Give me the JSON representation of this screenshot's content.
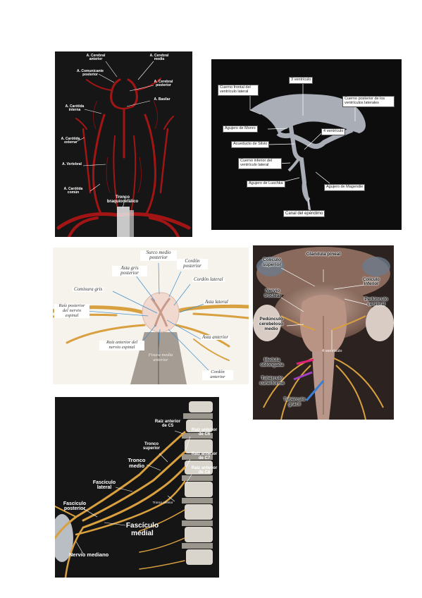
{
  "panel1": {
    "labels": {
      "cerebral_anterior": "A. Cerebral anterior",
      "cerebral_media": "A. Cerebral media",
      "comunicante_posterior": "A. Comunicante posterior",
      "cerebral_posterior": "A. Cerebral posterior",
      "carotida_interna": "A. Carótida interna",
      "basilar": "A. Basilar",
      "carotida_externa": "A. Carótida externa",
      "vertebral": "A. Vertebral",
      "carotida_comun": "A. Carótida común",
      "tronco_braquiocefalico": "Tronco braquiocefálico"
    }
  },
  "panel2": {
    "labels": {
      "ventriculo_lateral_anterior": "Cuerno frontal del ventrículo lateral",
      "tercer_ventriculo": "3 ventrículo",
      "cuerno_posterior": "Cuerno posterior de los ventrículos laterales",
      "agujero_monro": "Agujero de Monro",
      "acueducto": "Acueducto de Silvio",
      "ventriculo_4": "4 ventrículo",
      "cuerno_inferior": "Cuerno inferior del ventrículo lateral",
      "agujero_luschka": "Agujero de Luschka",
      "agujero_magendie": "Agujero de Magendie",
      "canal_ependimo": "Canal del epéndimo"
    }
  },
  "panel3": {
    "labels": {
      "surco_medio_posterior": "Surco medio posterior",
      "cordon_posterior": "Cordón posterior",
      "asta_gris_posterior": "Asta gris posterior",
      "cordon_lateral": "Cordón lateral",
      "comisura_gris": "Comisura gris",
      "asta_lateral": "Asta lateral",
      "raiz_posterior": "Raíz posterior del nervio espinal",
      "asta_anterior": "Asta anterior",
      "raiz_anterior": "Raíz anterior del nervio espinal",
      "fisura_media": "Fisura media anterior",
      "cordon_anterior": "Cordón anterior"
    }
  },
  "panel4": {
    "labels": {
      "glandula_pineal": "Glándula pineal",
      "coliculo_superior": "Colículo superior",
      "coliculo_inferior": "Colículo inferior",
      "nervio_troclear": "Nervio troclear",
      "pedunculo_cerebral": "Pedúnculo cerebral",
      "pedunculo_cerebeloso": "Pedúnculo cerebeloso medio",
      "ventriculo_4": "4 ventrículo",
      "medula_oblongada": "Medula oblongada",
      "tuberculo_cuneiforme": "Tubérculo cuneiforme",
      "tuberculo_gracil": "Tubérculo grácil"
    }
  },
  "panel5": {
    "labels": {
      "raiz_c5": "Raíz anterior de C5",
      "raiz_c6": "Raíz anterior de C6",
      "tronco_superior": "Tronco superior",
      "raiz_c7": "Raíz anterior de C7",
      "tronco_medio": "Tronco medio",
      "raiz_c8": "Raíz anterior de C8",
      "fasciculo_lateral": "Fascículo lateral",
      "tronco_inferior": "Tronco inferior",
      "fasciculo_posterior": "Fascículo posterior",
      "fasciculo_medial": "Fascículo medial",
      "nervio_mediano": "Nervio mediano"
    }
  },
  "colors": {
    "artery_red": "#a31515",
    "nerve_yellow": "#d9a040",
    "ventricle_gray": "#a8adb6",
    "dark_bg": "#1b1b1b",
    "arrow_pink": "#e0207a",
    "arrow_purple": "#a040c0",
    "arrow_blue": "#3a7fd5"
  }
}
